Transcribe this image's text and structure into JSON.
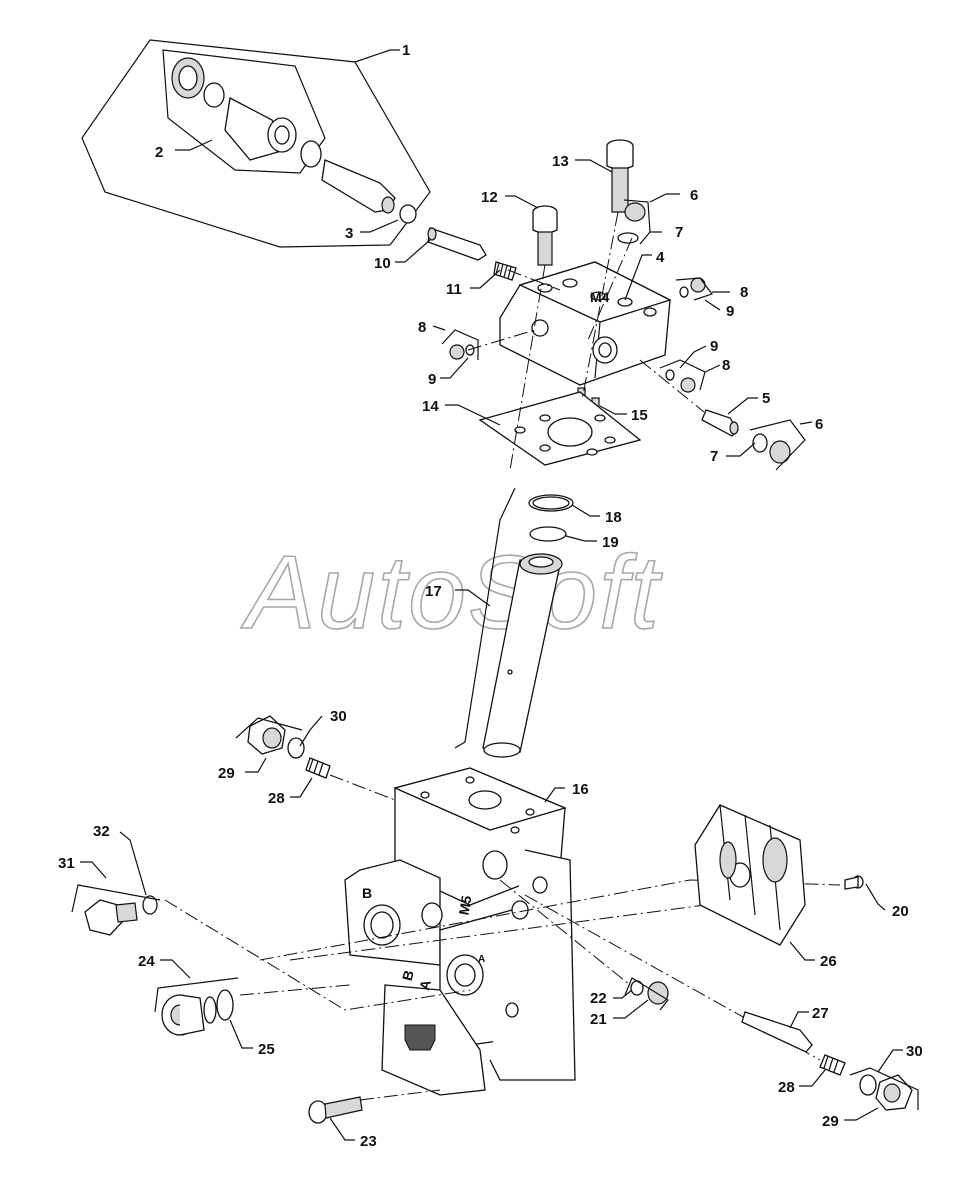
{
  "watermark": "AutoSoft",
  "block_markings": {
    "m5": "M5",
    "b_top": "B",
    "a_side": "A",
    "b_side": "B",
    "a_small": "A",
    "m4": "M4"
  },
  "callouts": [
    {
      "id": "c1",
      "label": "1"
    },
    {
      "id": "c2",
      "label": "2"
    },
    {
      "id": "c3",
      "label": "3"
    },
    {
      "id": "c4",
      "label": "4"
    },
    {
      "id": "c5",
      "label": "5"
    },
    {
      "id": "c6a",
      "label": "6"
    },
    {
      "id": "c6b",
      "label": "6"
    },
    {
      "id": "c7a",
      "label": "7"
    },
    {
      "id": "c7b",
      "label": "7"
    },
    {
      "id": "c8a",
      "label": "8"
    },
    {
      "id": "c8b",
      "label": "8"
    },
    {
      "id": "c8c",
      "label": "8"
    },
    {
      "id": "c9a",
      "label": "9"
    },
    {
      "id": "c9b",
      "label": "9"
    },
    {
      "id": "c9c",
      "label": "9"
    },
    {
      "id": "c10",
      "label": "10"
    },
    {
      "id": "c11",
      "label": "11"
    },
    {
      "id": "c12",
      "label": "12"
    },
    {
      "id": "c13",
      "label": "13"
    },
    {
      "id": "c14",
      "label": "14"
    },
    {
      "id": "c15",
      "label": "15"
    },
    {
      "id": "c16",
      "label": "16"
    },
    {
      "id": "c17",
      "label": "17"
    },
    {
      "id": "c18",
      "label": "18"
    },
    {
      "id": "c19",
      "label": "19"
    },
    {
      "id": "c20",
      "label": "20"
    },
    {
      "id": "c21",
      "label": "21"
    },
    {
      "id": "c22",
      "label": "22"
    },
    {
      "id": "c23",
      "label": "23"
    },
    {
      "id": "c24",
      "label": "24"
    },
    {
      "id": "c25",
      "label": "25"
    },
    {
      "id": "c26",
      "label": "26"
    },
    {
      "id": "c27",
      "label": "27"
    },
    {
      "id": "c28a",
      "label": "28"
    },
    {
      "id": "c28b",
      "label": "28"
    },
    {
      "id": "c29a",
      "label": "29"
    },
    {
      "id": "c29b",
      "label": "29"
    },
    {
      "id": "c30a",
      "label": "30"
    },
    {
      "id": "c30b",
      "label": "30"
    },
    {
      "id": "c31",
      "label": "31"
    },
    {
      "id": "c32",
      "label": "32"
    }
  ]
}
